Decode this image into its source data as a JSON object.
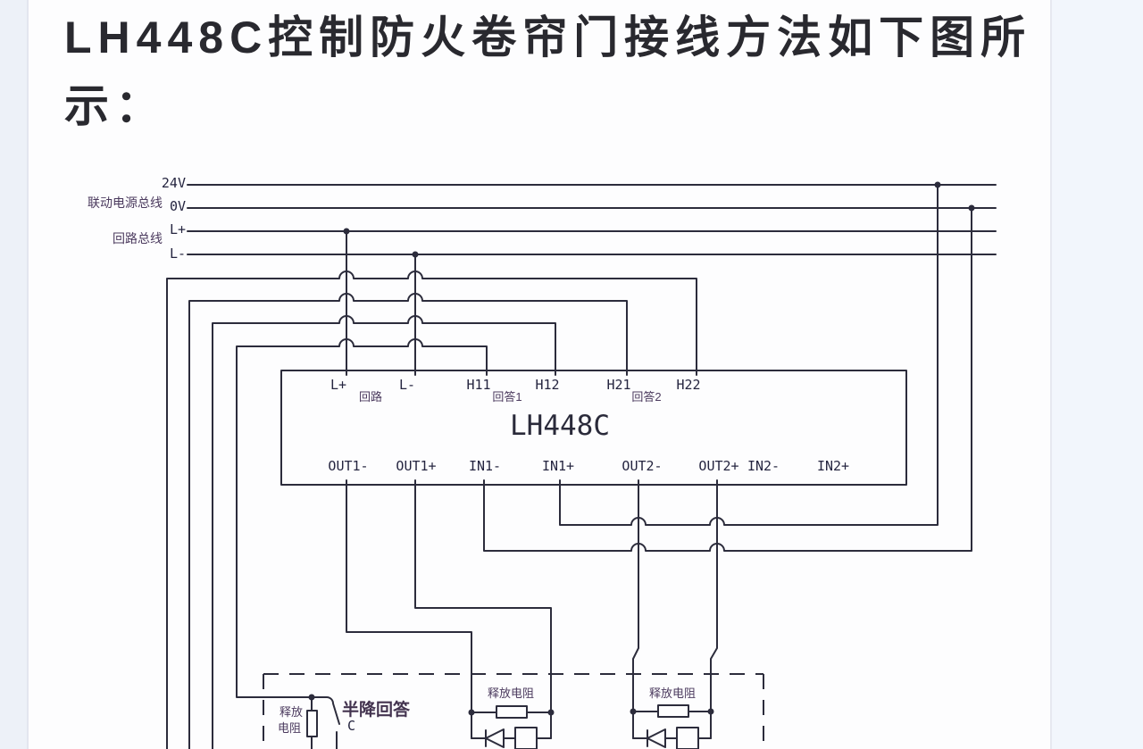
{
  "page": {
    "title_lines": [
      "LH448C控制防火卷帘门接线方法如下图所",
      "示："
    ]
  },
  "diagram": {
    "chip_name": "LH448C",
    "bus_labels": {
      "v24": "24V",
      "v0": "0V",
      "lplus": "L+",
      "lminus": "L-"
    },
    "side_labels": {
      "power_bus": "联动电源总线",
      "loop_bus": "回路总线"
    },
    "top_terminals": [
      "L+",
      "L-",
      "H11",
      "H12",
      "H21",
      "H22"
    ],
    "top_sublabels": {
      "loop": "回路",
      "answer1": "回答1",
      "answer2": "回答2"
    },
    "bottom_terminals": [
      "OUT1-",
      "OUT1+",
      "IN1-",
      "IN1+",
      "OUT2-",
      "OUT2+",
      "IN2-",
      "IN2+"
    ],
    "component_labels": {
      "release_resistor_line1": "释放",
      "release_resistor_line2": "电阻",
      "half_drop_answer": "半降回答",
      "switch_contact": "C",
      "release_resistor_mid": "释放电阻",
      "release_resistor_right": "释放电阻"
    }
  },
  "colors": {
    "wire": "#2c2c3c",
    "terminal_text": "#252540",
    "chinese_label_text": "#4b3a5e",
    "title_text": "#29292f",
    "card_background": "#fdfdfe",
    "page_background": "#f2f5fb"
  }
}
